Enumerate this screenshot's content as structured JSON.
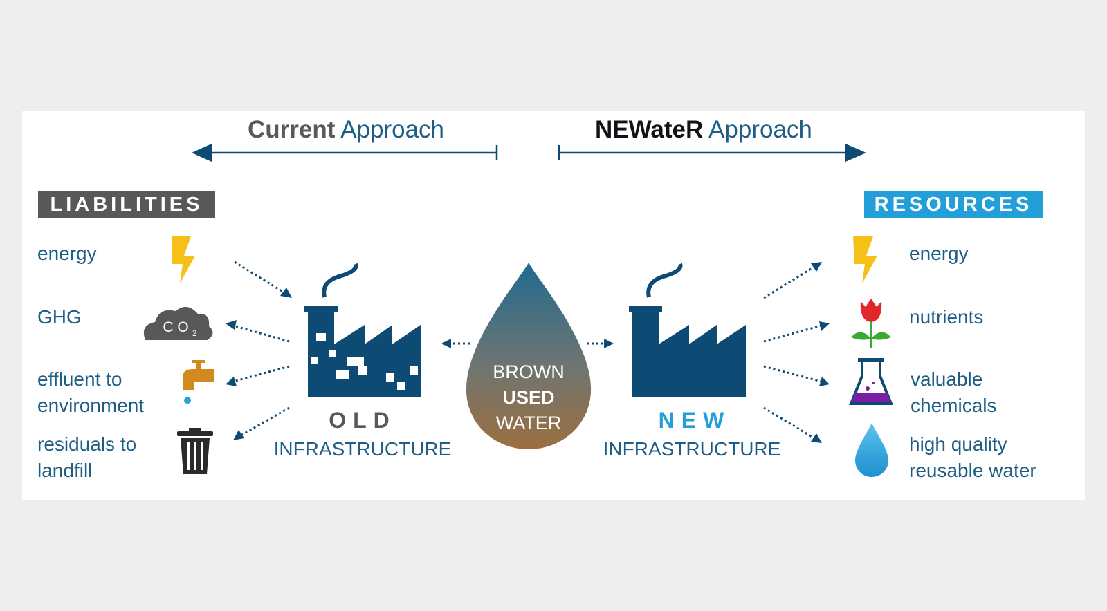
{
  "header": {
    "current": {
      "bold": "Current",
      "rest": " Approach"
    },
    "newwater": {
      "bold": "NEWateR",
      "rest": " Approach"
    }
  },
  "liabilities": {
    "title": "LIABILITIES",
    "items": [
      {
        "label": "energy",
        "icon": "lightning-icon"
      },
      {
        "label": "GHG",
        "icon": "co2-cloud-icon",
        "icon_text": "CO₂"
      },
      {
        "label": "effluent to\nenvironment",
        "icon": "faucet-icon"
      },
      {
        "label": "residuals to\nlandfill",
        "icon": "trash-bin-icon"
      }
    ]
  },
  "old_infrastructure": {
    "word": "OLD",
    "sub": "INFRASTRUCTURE"
  },
  "used_water": {
    "line1": "BROWN",
    "line2": "USED",
    "line3": "WATER"
  },
  "new_infrastructure": {
    "word": "NEW",
    "sub": "INFRASTRUCTURE"
  },
  "resources": {
    "title": "RESOURCES",
    "items": [
      {
        "label": "energy",
        "icon": "lightning-icon"
      },
      {
        "label": "nutrients",
        "icon": "flower-icon"
      },
      {
        "label": "valuable\nchemicals",
        "icon": "flask-icon"
      },
      {
        "label": "high quality\nreusable water",
        "icon": "water-drop-icon"
      }
    ]
  },
  "colors": {
    "navy": "#0d4a74",
    "text_blue": "#1e5e85",
    "bright_blue": "#229ed8",
    "gray_badge": "#58585a",
    "bolt_yellow": "#f6c019",
    "drop_top": "#1f6a8f",
    "drop_bottom": "#9c6f3f"
  }
}
